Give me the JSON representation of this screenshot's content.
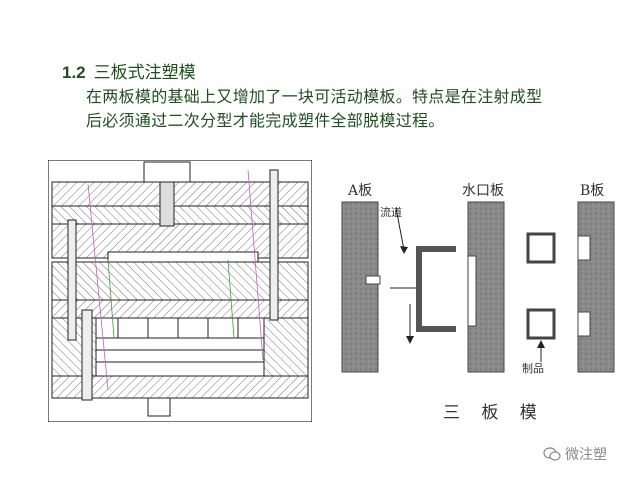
{
  "heading": {
    "number": "1.2",
    "title": "三板式注塑模"
  },
  "paragraph": {
    "line1": "在两板模的基础上又增加了一块可活动模板。特点是在注射成型",
    "line2": "后必须通过二次分型才能完成塑件全部脱模过程。"
  },
  "diagram": {
    "plate_a": "A板",
    "runner_plate": "水口板",
    "plate_b": "B板",
    "runner_label": "流道",
    "product_label": "制品",
    "caption": "三 板 模"
  },
  "watermark": {
    "icon": "wechat-icon",
    "text": "微注塑"
  }
}
